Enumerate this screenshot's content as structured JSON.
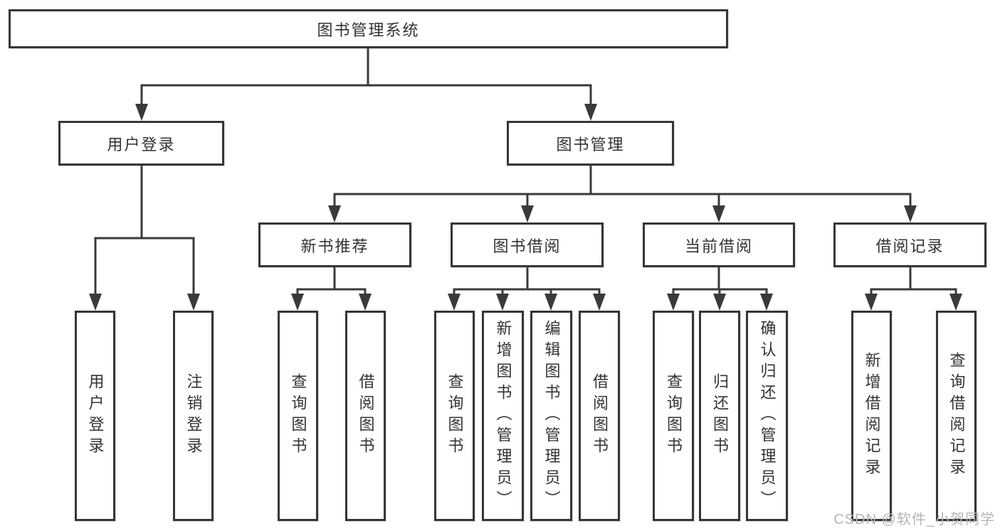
{
  "colors": {
    "line": "#3a3a3a",
    "box_border": "#363636",
    "text": "#333333",
    "watermark": "#b5b5b5",
    "background": "#ffffff"
  },
  "tree": {
    "root": {
      "label": "图书管理系统"
    },
    "branches": [
      {
        "label": "用户登录",
        "children": [
          {
            "label": "用户登录"
          },
          {
            "label": "注销登录"
          }
        ]
      },
      {
        "label": "图书管理",
        "children": [
          {
            "label": "新书推荐",
            "children": [
              {
                "label": "查询图书"
              },
              {
                "label": "借阅图书"
              }
            ]
          },
          {
            "label": "图书借阅",
            "children": [
              {
                "label": "查询图书"
              },
              {
                "label": "新增图书（管理员）"
              },
              {
                "label": "编辑图书（管理员）"
              },
              {
                "label": "借阅图书"
              }
            ]
          },
          {
            "label": "当前借阅",
            "children": [
              {
                "label": "查询图书"
              },
              {
                "label": "归还图书"
              },
              {
                "label": "确认归还（管理员）"
              }
            ]
          },
          {
            "label": "借阅记录",
            "children": [
              {
                "label": "新增借阅记录"
              },
              {
                "label": "查询借阅记录"
              }
            ]
          }
        ]
      }
    ]
  },
  "watermark": {
    "text": "CSDN @软件_小贺同学"
  }
}
